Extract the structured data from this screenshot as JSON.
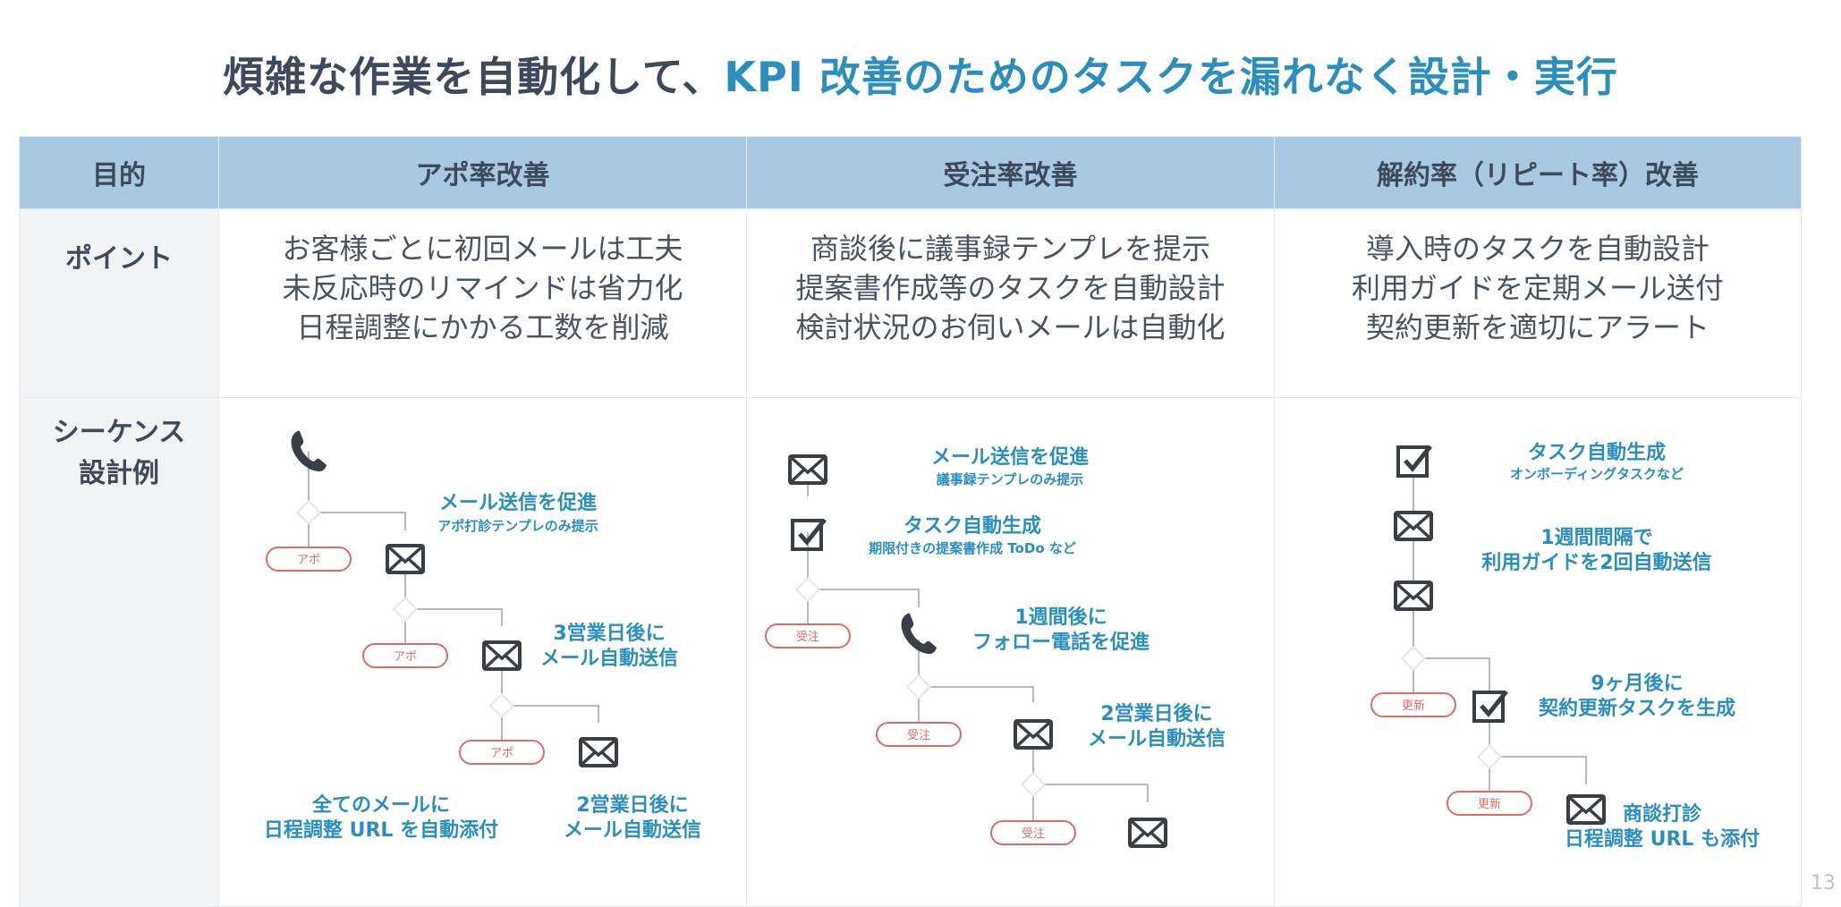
{
  "title": {
    "prefix": "煩雑な作業を自動化して、",
    "accent": "KPI 改善のためのタスクを漏れなく設計・実行"
  },
  "header": {
    "purpose": "目的",
    "col1": "アポ率改善",
    "col2": "受注率改善",
    "col3": "解約率（リピート率）改善"
  },
  "rows": {
    "point_label": "ポイント",
    "sequence_label_1": "シーケンス",
    "sequence_label_2": "設計例"
  },
  "points": {
    "col1": [
      "お客様ごとに初回メールは工夫",
      "未反応時のリマインドは省力化",
      "日程調整にかかる工数を削減"
    ],
    "col2": [
      "商談後に議事録テンプレを提示",
      "提案書作成等のタスクを自動設計",
      "検討状況のお伺いメールは自動化"
    ],
    "col3": [
      "導入時のタスクを自動設計",
      "利用ガイドを定期メール送付",
      "契約更新を適切にアラート"
    ]
  },
  "seq1": {
    "badge": "アポ",
    "a1_title": "メール送信を促進",
    "a1_sub": "アポ打診テンプレのみ提示",
    "a2_l1": "3営業日後に",
    "a2_l2": "メール自動送信",
    "a3_l1": "全てのメールに",
    "a3_l2": "日程調整 URL を自動添付",
    "a4_l1": "2営業日後に",
    "a4_l2": "メール自動送信"
  },
  "seq2": {
    "badge": "受注",
    "a1_title": "メール送信を促進",
    "a1_sub": "議事録テンプレのみ提示",
    "a2_title": "タスク自動生成",
    "a2_sub": "期限付きの提案書作成 ToDo など",
    "a3_l1": "1週間後に",
    "a3_l2": "フォロー電話を促進",
    "a4_l1": "2営業日後に",
    "a4_l2": "メール自動送信"
  },
  "seq3": {
    "badge": "更新",
    "a1_title": "タスク自動生成",
    "a1_sub": "オンボーディングタスクなど",
    "a2_l1": "1週間間隔で",
    "a2_l2": "利用ガイドを2回自動送信",
    "a3_l1": "9ヶ月後に",
    "a3_l2": "契約更新タスクを生成",
    "a4_l1": "商談打診",
    "a4_l2": "日程調整 URL も添付"
  },
  "colors": {
    "accent": "#2a8fbf",
    "header_bg": "#a9c8e1",
    "badge": "#e06a6a",
    "icon": "#3a3f47"
  },
  "page_number": "13"
}
